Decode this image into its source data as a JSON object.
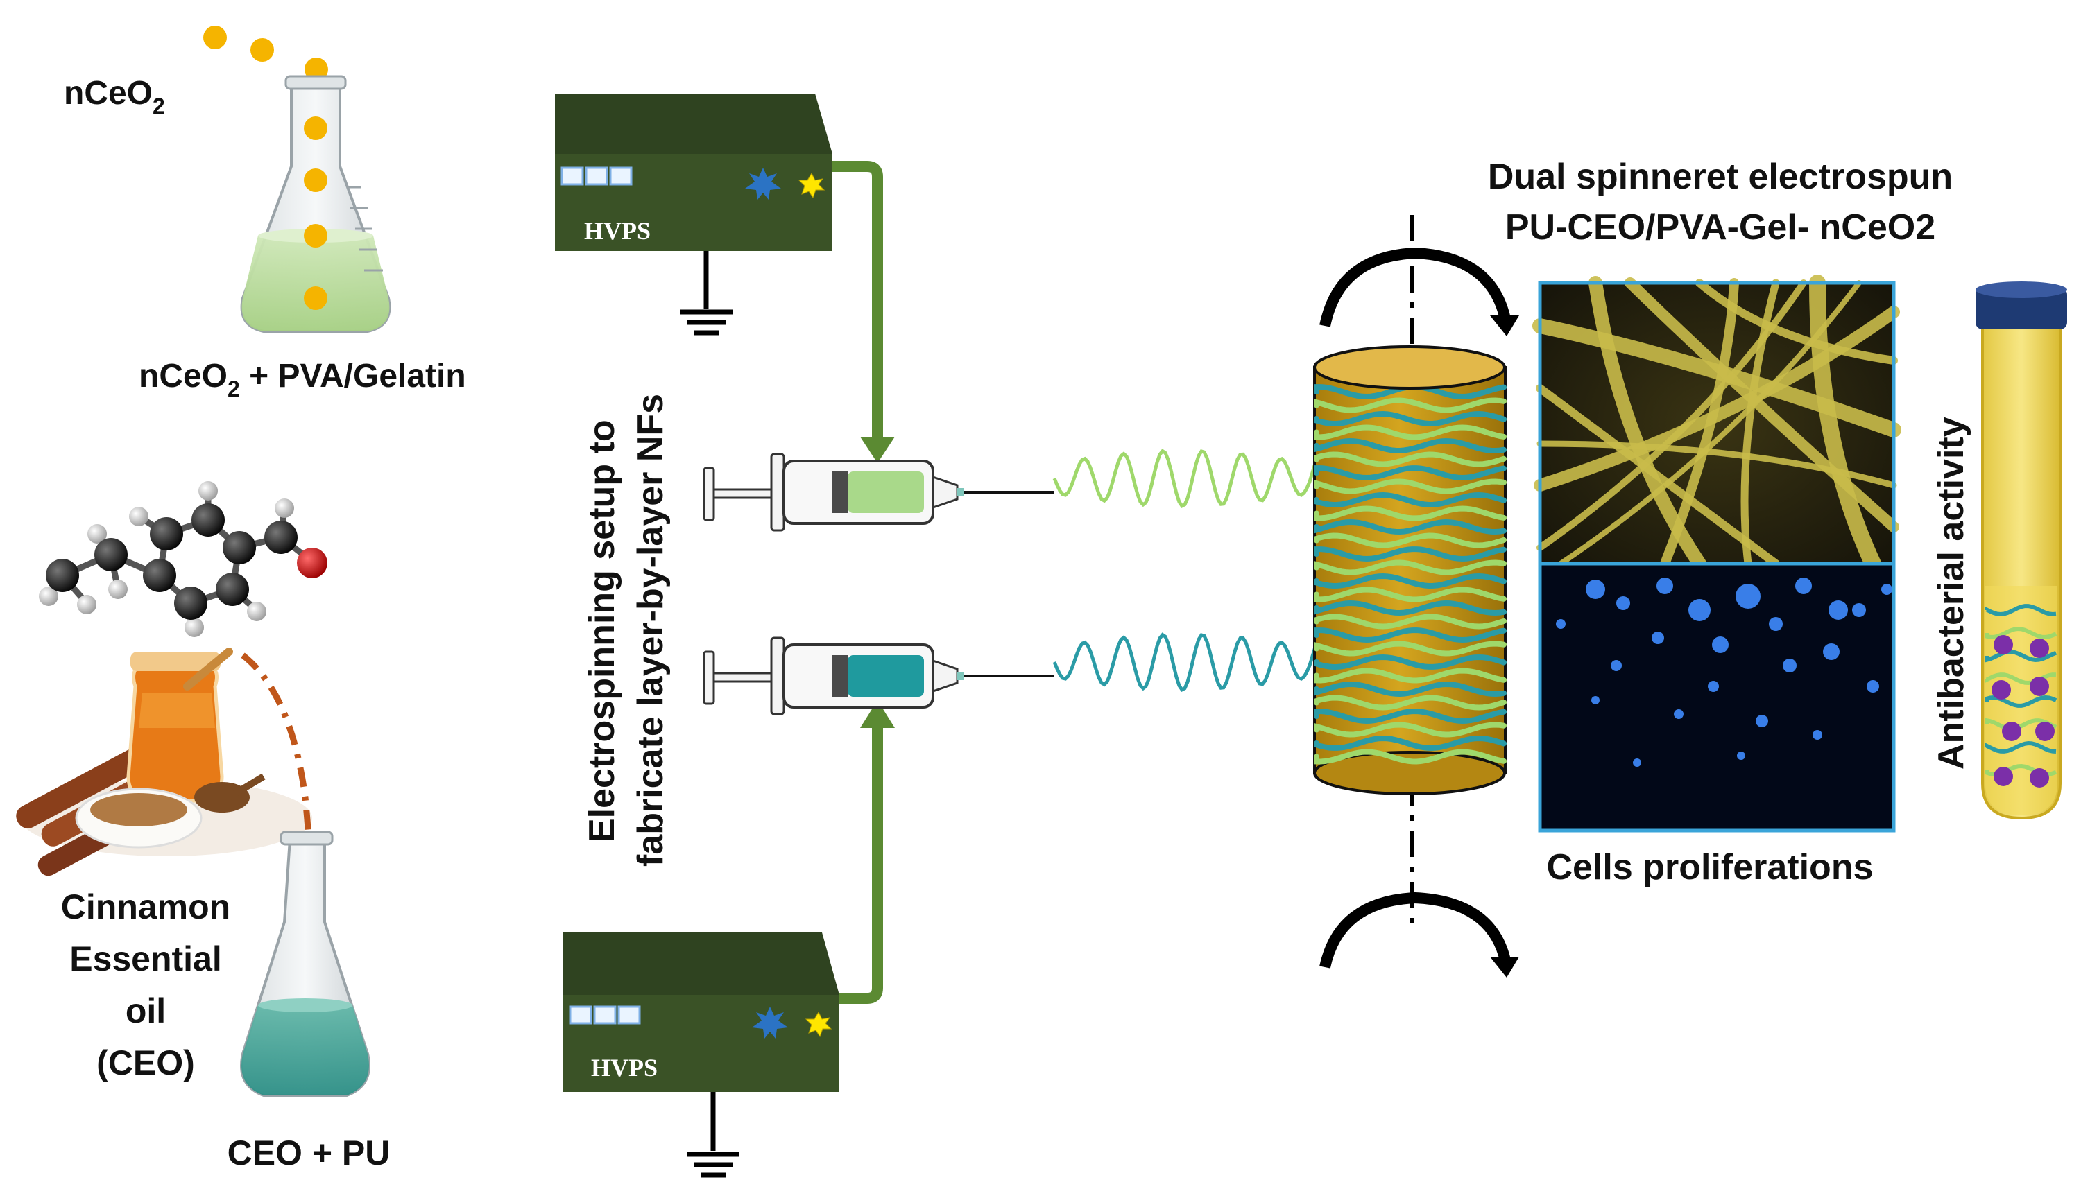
{
  "labels": {
    "nceo2": "nCeO",
    "nceo2_sub": "2",
    "mix_a_pre": "nCeO",
    "mix_a_sub": "2",
    "mix_a_post": " + PVA/Gelatin",
    "cinnamon_1": "Cinnamon",
    "cinnamon_2": "Essential",
    "cinnamon_3": "oil",
    "cinnamon_4": "(CEO)",
    "mix_b": "CEO + PU",
    "setup_line1": "Electrospinning setup to",
    "setup_line2": "fabricate layer-by-layer NFs",
    "title_line1": "Dual spinneret electrospun",
    "title_line2": "PU-CEO/PVA-Gel- nCeO2",
    "cells": "Cells proliferations",
    "antibacterial": "Antibacterial activity"
  },
  "power_supplies": [
    {
      "label": "HVPS"
    },
    {
      "label": "HVPS"
    }
  ],
  "colors": {
    "hvps_body": "#3a5226",
    "wire": "#5b8a32",
    "solution_a": "#a9d98a",
    "solution_b": "#1f9a9e",
    "fiber_green": "#9fd86b",
    "fiber_teal": "#2a9ba6",
    "collector": "#c99a18",
    "nanoparticle": "#f5b400",
    "cinnamon_drip": "#c0561a",
    "sem_fiber": "#c9bb4a",
    "fluorescence": "#1a4fd6",
    "tube_cap": "#1e3a73",
    "bacteria": "#7b2fa8"
  }
}
